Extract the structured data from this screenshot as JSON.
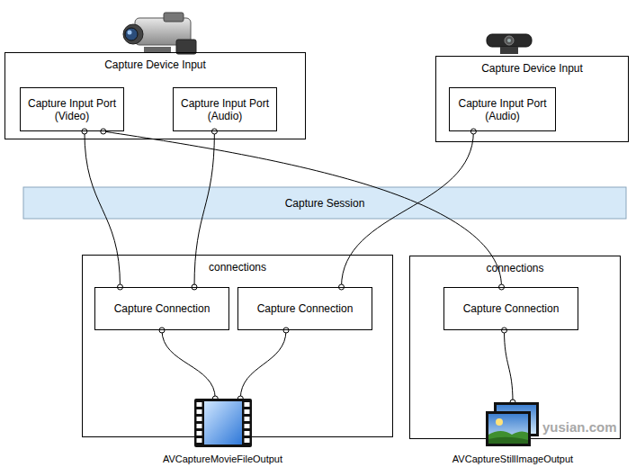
{
  "diagram": {
    "nodes": [
      {
        "text": [
          "Capture Device Input"
        ]
      },
      {
        "text": [
          "Capture Input Port (Video)"
        ],
        "in": 0
      },
      {
        "text": [
          "Capture Input Port (Audio)"
        ],
        "in": 0
      },
      {
        "text": [
          "Capture Device Input"
        ]
      },
      {
        "text": [
          "Capture Input Port (Audio)"
        ],
        "in": 3
      },
      {
        "text": [
          "Capture Session"
        ]
      },
      {
        "text": [
          "connections"
        ]
      },
      {
        "text": [
          "Capture Connection"
        ],
        "in": 6
      },
      {
        "text": [
          "Capture Connection"
        ],
        "in": 6
      },
      {
        "text": [
          "connections"
        ]
      },
      {
        "text": [
          "Capture Connection"
        ],
        "in": 9
      },
      {
        "text": [
          "AVCaptureMovieFileOutput"
        ]
      },
      {
        "text": [
          "AVCaptureStillImageOutput"
        ]
      }
    ],
    "edges": [
      {
        "from": 1,
        "to": 7,
        "arrow": "none"
      },
      {
        "from": 2,
        "to": 7,
        "arrow": "none"
      },
      {
        "from": 4,
        "to": 8,
        "arrow": "none"
      },
      {
        "from": 1,
        "to": 10,
        "arrow": "none"
      },
      {
        "from": 7,
        "to": 11,
        "arrow": "none"
      },
      {
        "from": 8,
        "to": 11,
        "arrow": "none"
      },
      {
        "from": 10,
        "to": 12,
        "arrow": "none"
      }
    ],
    "labels": [
      "yusian.com"
    ]
  }
}
